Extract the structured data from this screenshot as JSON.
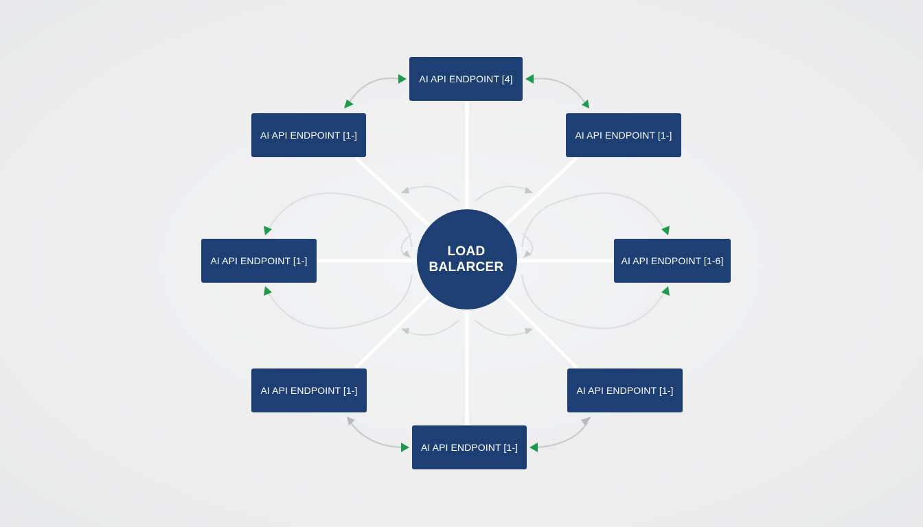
{
  "hub": {
    "lines": [
      "LOAD",
      "BALARCER"
    ]
  },
  "nodes": [
    {
      "id": "top",
      "label": "AI API ENDPOINT [4]"
    },
    {
      "id": "upper-left",
      "label": "AI API ENDPOINT [1-]"
    },
    {
      "id": "upper-right",
      "label": "AI API ENDPOINT [1-]"
    },
    {
      "id": "middle-left",
      "label": "AI API ENDPOINT [1-]"
    },
    {
      "id": "middle-right",
      "label": "AI API ENDPOINT [1-6]"
    },
    {
      "id": "lower-left",
      "label": "AI API ENDPOINT [1-]"
    },
    {
      "id": "lower-right",
      "label": "AI API ENDPOINT [1-]"
    },
    {
      "id": "bottom",
      "label": "AI API ENDPOINT [1-]"
    }
  ],
  "colors": {
    "node_fill": "#1e3f73",
    "node_text": "#ffffff",
    "connector": "#ffffff",
    "flow_arrow": "#c9cbcd",
    "arrowhead_accent": "#1f9a4b"
  }
}
